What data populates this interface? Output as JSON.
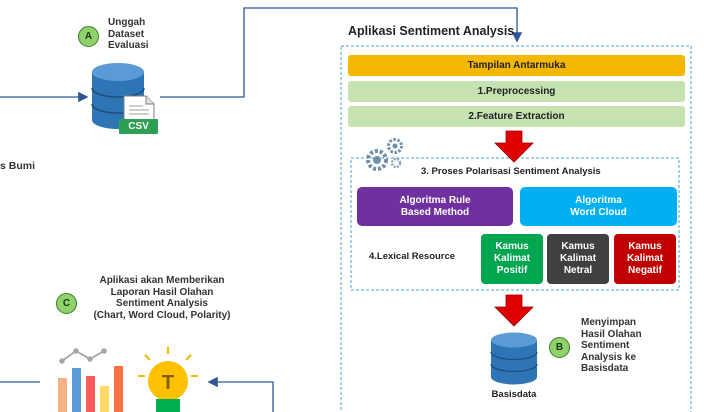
{
  "left_partial_label": "s Bumi",
  "step_a": {
    "badge": "A",
    "line1": "Unggah",
    "line2": "Dataset",
    "line3": "Evaluasi"
  },
  "csv_label": "CSV",
  "step_c": {
    "badge": "C",
    "line1": "Aplikasi akan Memberikan",
    "line2": "Laporan Hasil Olahan",
    "line3": "Sentiment Analysis",
    "line4": "(Chart, Word Cloud, Polarity)"
  },
  "app_title": "Aplikasi Sentiment Analysis",
  "interface_bar": "Tampilan Antarmuka",
  "preprocessing_bar": "1.Preprocessing",
  "feature_bar": "2.Feature Extraction",
  "polarization_title": "3. Proses Polarisasi Sentiment Analysis",
  "algo_rule": {
    "line1": "Algoritma Rule",
    "line2": "Based Method"
  },
  "algo_wordcloud": {
    "line1": "Algoritma",
    "line2": "Word Cloud"
  },
  "lexical_label": "4.Lexical Resource",
  "kamus_positif": {
    "line1": "Kamus",
    "line2": "Kalimat",
    "line3": "Positif"
  },
  "kamus_netral": {
    "line1": "Kamus",
    "line2": "Kalimat",
    "line3": "Netral"
  },
  "kamus_negatif": {
    "line1": "Kamus",
    "line2": "Kalimat",
    "line3": "Negatif"
  },
  "step_b": {
    "badge": "B",
    "line1": "Menyimpan",
    "line2": "Hasil Olahan",
    "line3": "Sentiment",
    "line4": "Analysis ke",
    "line5": "Basisdata"
  },
  "database_label": "Basisdata",
  "colors": {
    "step_badge": "#8fd16a",
    "interface_bar": "#f5b800",
    "step_bars": "#c6e2b0",
    "algo_rule": "#7030a0",
    "algo_wordcloud": "#00b0f0",
    "kamus_positif": "#00a550",
    "kamus_netral": "#404040",
    "kamus_negatif": "#c00000",
    "arrow_red": "#e00000",
    "connector_blue": "#2f5597",
    "dashed_border": "#4aa3c8",
    "database_blue": "#2e75b6"
  }
}
